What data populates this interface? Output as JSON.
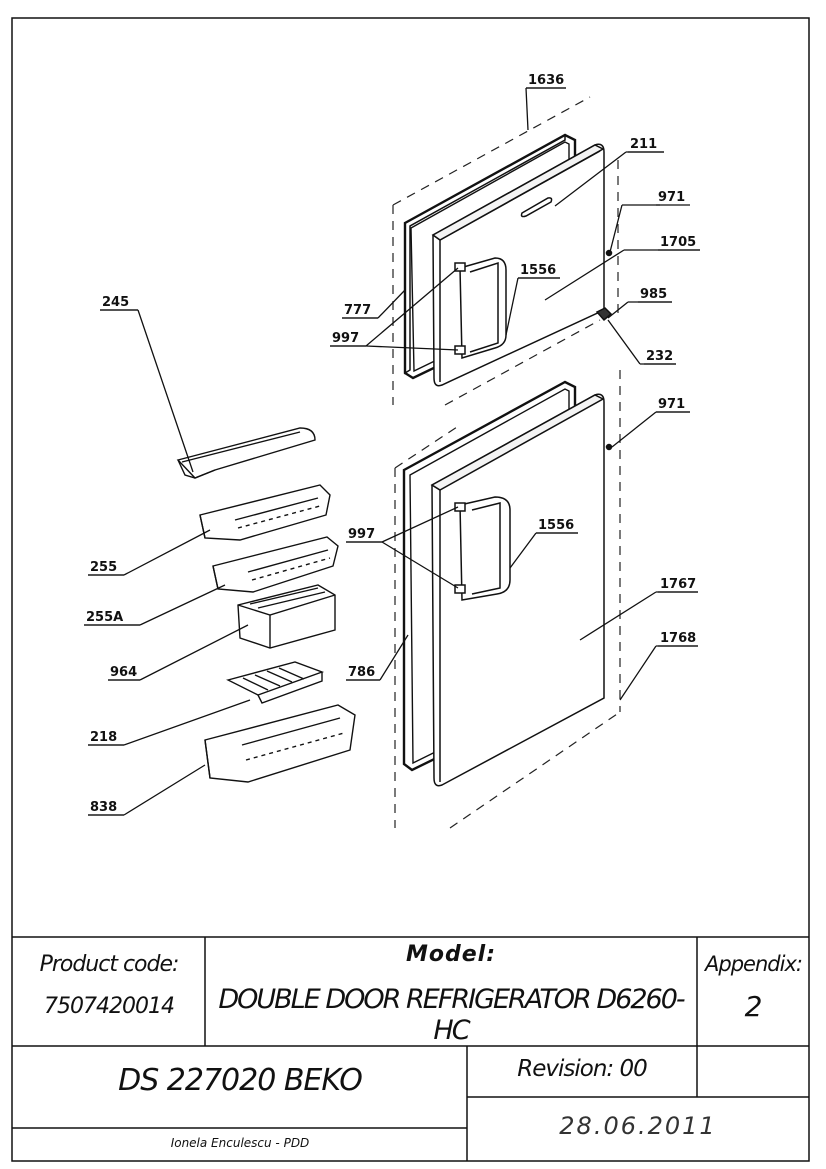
{
  "parts": [
    {
      "id": "p1636",
      "label": "1636"
    },
    {
      "id": "p211",
      "label": "211"
    },
    {
      "id": "p971a",
      "label": "971"
    },
    {
      "id": "p1705",
      "label": "1705"
    },
    {
      "id": "p1556a",
      "label": "1556"
    },
    {
      "id": "p777",
      "label": "777"
    },
    {
      "id": "p985",
      "label": "985"
    },
    {
      "id": "p997a",
      "label": "997"
    },
    {
      "id": "p232",
      "label": "232"
    },
    {
      "id": "p971b",
      "label": "971"
    },
    {
      "id": "p245",
      "label": "245"
    },
    {
      "id": "p997b",
      "label": "997"
    },
    {
      "id": "p1556b",
      "label": "1556"
    },
    {
      "id": "p255",
      "label": "255"
    },
    {
      "id": "p255A",
      "label": "255A"
    },
    {
      "id": "p1767",
      "label": "1767"
    },
    {
      "id": "p1768",
      "label": "1768"
    },
    {
      "id": "p964",
      "label": "964"
    },
    {
      "id": "p786",
      "label": "786"
    },
    {
      "id": "p218",
      "label": "218"
    },
    {
      "id": "p838",
      "label": "838"
    }
  ],
  "titleblock": {
    "product_code_label": "Product code:",
    "product_code": "7507420014",
    "model_label": "Model:",
    "model": "DOUBLE DOOR REFRIGERATOR D6260-HC",
    "appendix_label": "Appendix:",
    "appendix": "2",
    "document": "DS 227020 BEKO",
    "revision": "Revision: 00",
    "author": "Ionela Enculescu - PDD",
    "date": "28.06.2011"
  }
}
